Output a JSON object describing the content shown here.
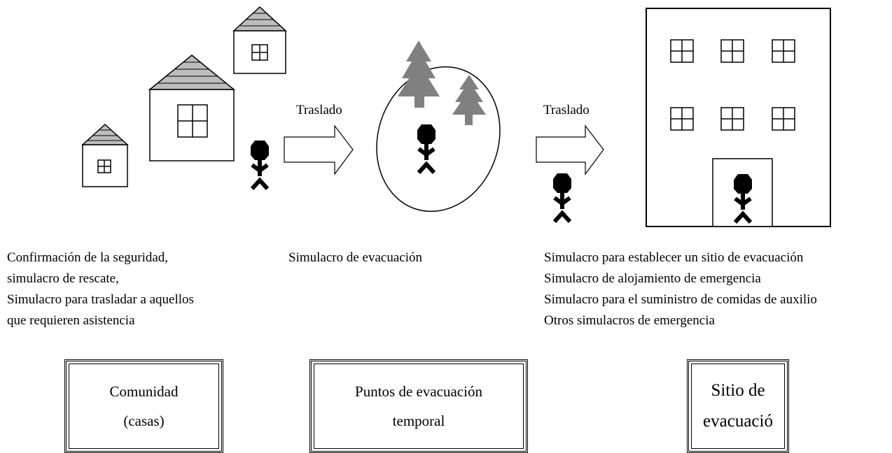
{
  "arrows": {
    "left_label": "Traslado",
    "right_label": "Traslado"
  },
  "descriptions": {
    "community": [
      "Confirmación de la seguridad,",
      "simulacro de rescate,",
      "Simulacro para trasladar a aquellos",
      "que requieren asistencia"
    ],
    "temporary_point": [
      "Simulacro de evacuación"
    ],
    "evacuation_site": [
      "Simulacro para establecer un sitio de evacuación",
      "Simulacro de alojamiento de emergencia",
      "Simulacro para el suministro de comidas de auxilio",
      "Otros simulacros de emergencia"
    ]
  },
  "boxes": {
    "community": [
      "Comunidad",
      "(casas)"
    ],
    "temporary_point": [
      "Puntos de evacuación",
      "temporal"
    ],
    "evacuation_site": [
      "Sitio de",
      "evacuació"
    ]
  },
  "colors": {
    "roof": "#bdbdbd",
    "tree": "#808080",
    "line": "#000000"
  },
  "icons": [
    "house-icon",
    "person-icon",
    "tree-icon",
    "arrow-icon",
    "building-icon"
  ]
}
